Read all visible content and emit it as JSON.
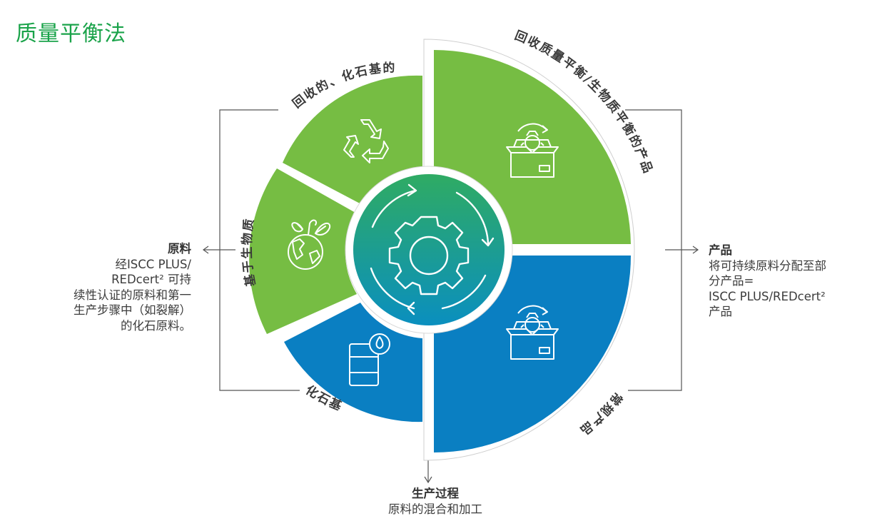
{
  "title": "质量平衡法",
  "colors": {
    "green": "#76bd43",
    "blue": "#0a7fc2",
    "title_green": "#1aa34a",
    "line": "#555555"
  },
  "segments": {
    "recycled": {
      "label": "回收的、化石基的",
      "icon": "recycle-icon"
    },
    "bio": {
      "label": "基于生物质",
      "icon": "globe-leaves-icon"
    },
    "fossil": {
      "label": "化石基",
      "icon": "oil-barrel-icon"
    },
    "mb_product": {
      "label": "回收质量平衡/生物质平衡的产品",
      "icon": "product-box-gear-icon"
    },
    "conventional": {
      "label": "常规产品",
      "icon": "product-box-gear-icon"
    },
    "center": {
      "icon": "gear-cycle-icon"
    }
  },
  "raw_material": {
    "heading": "原料",
    "lines": [
      "经ISCC PLUS/",
      "REDcert² 可持",
      "续性认证的原料和第一",
      "生产步骤中（如裂解）",
      "的化石原料。"
    ]
  },
  "product": {
    "heading": "产品",
    "lines": [
      "将可持续原料分配至部",
      "分产品=",
      "ISCC PLUS/REDcert²",
      "产品"
    ]
  },
  "process": {
    "heading": "生产过程",
    "subtitle": "原料的混合和加工"
  }
}
